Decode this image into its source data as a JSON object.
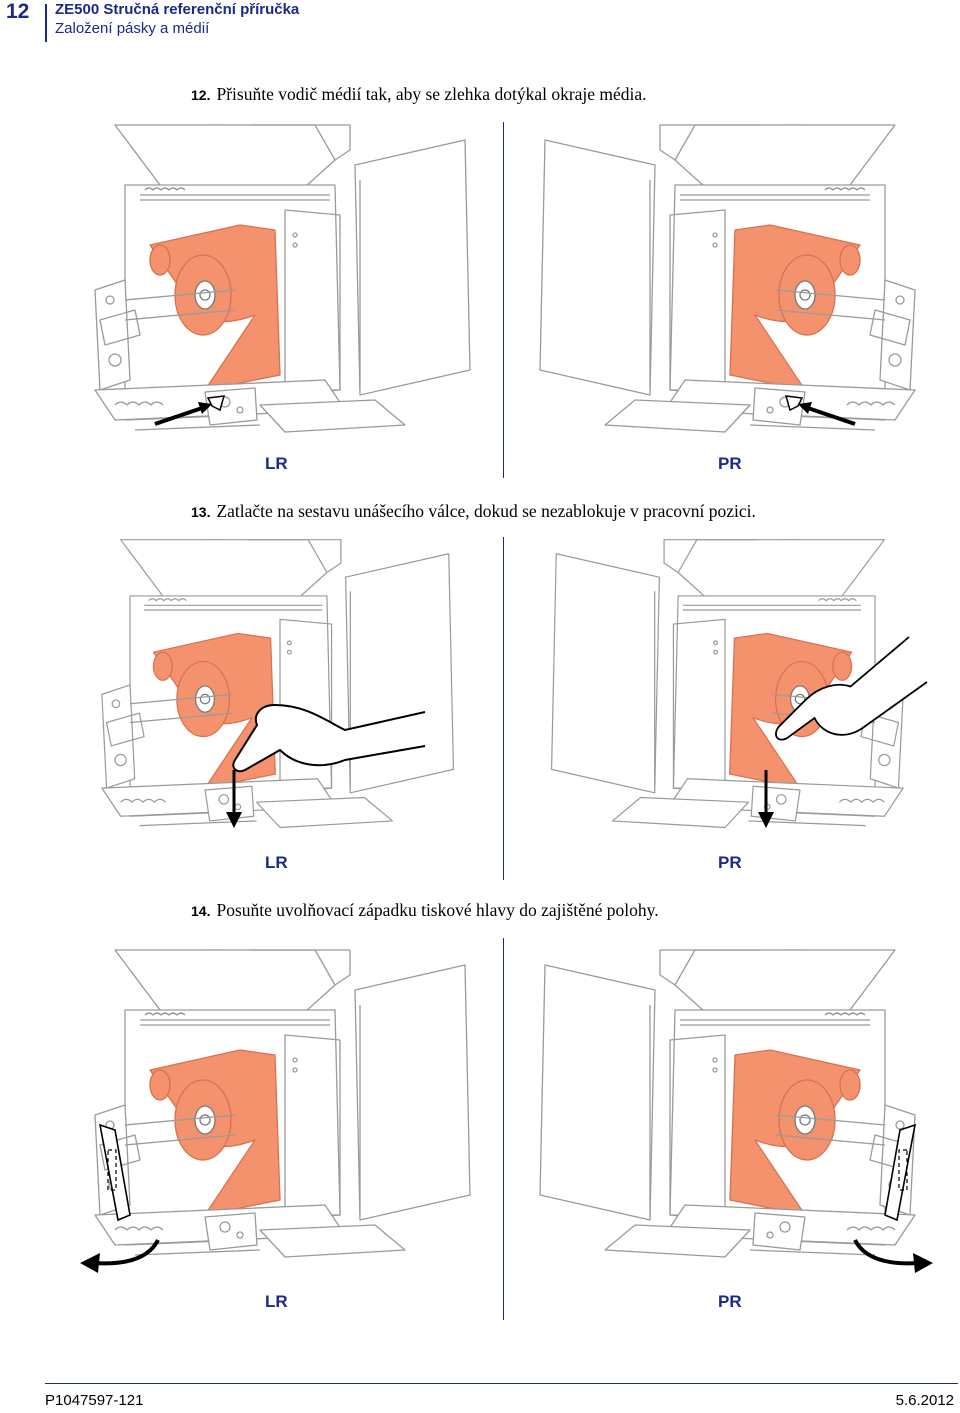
{
  "header": {
    "page_number": "12",
    "title": "ZE500 Stručná referenční příručka",
    "subtitle": "Založení pásky a médií"
  },
  "steps": [
    {
      "number": "12.",
      "text": "Přisuňte vodič médií tak, aby se zlehka dotýkal okraje média.",
      "left_label": "LR",
      "right_label": "PR"
    },
    {
      "number": "13.",
      "text": "Zatlačte na sestavu unášecího válce, dokud se nezablokuje v pracovní pozici.",
      "left_label": "LR",
      "right_label": "PR"
    },
    {
      "number": "14.",
      "text": "Posuňte uvolňovací západku tiskové hlavy do zajištěné polohy.",
      "left_label": "LR",
      "right_label": "PR"
    }
  ],
  "footer": {
    "doc_number": "P1047597-121",
    "date": "5.6.2012"
  },
  "colors": {
    "brand": "#1a2a8a",
    "ribbon": "#f4926e",
    "line": "#9a9a9a"
  }
}
